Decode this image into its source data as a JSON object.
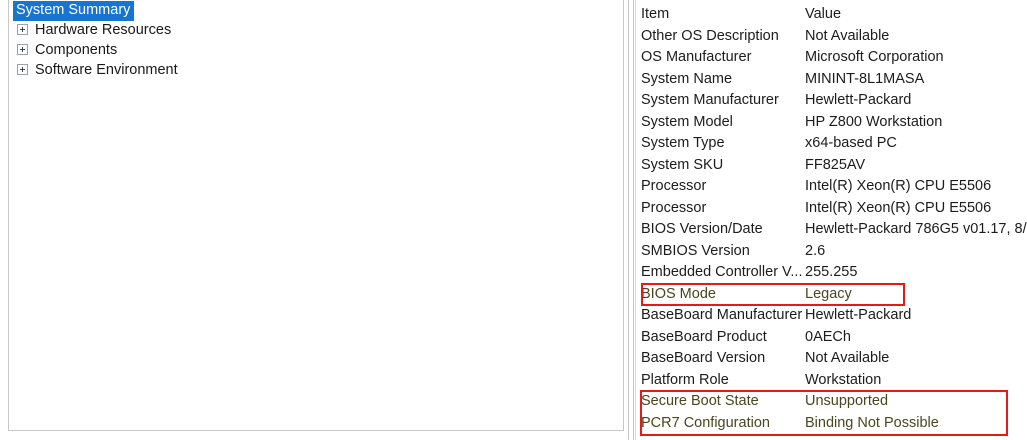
{
  "tree": {
    "selected": "System Summary",
    "items": [
      {
        "label": "System Summary",
        "selected": true,
        "expandable": false
      },
      {
        "label": "Hardware Resources",
        "selected": false,
        "expandable": true
      },
      {
        "label": "Components",
        "selected": false,
        "expandable": true
      },
      {
        "label": "Software Environment",
        "selected": false,
        "expandable": true
      }
    ]
  },
  "list": {
    "columns": {
      "item": "Item",
      "value": "Value"
    },
    "rows": [
      {
        "item": "Other OS Description",
        "value": "Not Available",
        "flagged": false
      },
      {
        "item": "OS Manufacturer",
        "value": "Microsoft Corporation",
        "flagged": false
      },
      {
        "item": "System Name",
        "value": "MININT-8L1MASA",
        "flagged": false
      },
      {
        "item": "System Manufacturer",
        "value": "Hewlett-Packard",
        "flagged": false
      },
      {
        "item": "System Model",
        "value": "HP Z800 Workstation",
        "flagged": false
      },
      {
        "item": "System Type",
        "value": "x64-based PC",
        "flagged": false
      },
      {
        "item": "System SKU",
        "value": "FF825AV",
        "flagged": false
      },
      {
        "item": "Processor",
        "value": "Intel(R) Xeon(R) CPU          E5506",
        "flagged": false
      },
      {
        "item": "Processor",
        "value": "Intel(R) Xeon(R) CPU          E5506",
        "flagged": false
      },
      {
        "item": "BIOS Version/Date",
        "value": "Hewlett-Packard 786G5 v01.17, 8/",
        "flagged": false
      },
      {
        "item": "SMBIOS Version",
        "value": "2.6",
        "flagged": false
      },
      {
        "item": "Embedded Controller V...",
        "value": "255.255",
        "flagged": false
      },
      {
        "item": "BIOS Mode",
        "value": "Legacy",
        "flagged": true
      },
      {
        "item": "BaseBoard Manufacturer",
        "value": "Hewlett-Packard",
        "flagged": false
      },
      {
        "item": "BaseBoard Product",
        "value": "0AECh",
        "flagged": false
      },
      {
        "item": "BaseBoard Version",
        "value": "Not Available",
        "flagged": false
      },
      {
        "item": "Platform Role",
        "value": "Workstation",
        "flagged": false
      },
      {
        "item": "Secure Boot State",
        "value": "Unsupported",
        "flagged": true
      },
      {
        "item": "PCR7 Configuration",
        "value": "Binding Not Possible",
        "flagged": true
      }
    ]
  },
  "annotations": [
    {
      "name": "bios-mode-highlight",
      "color": "#e01b1b",
      "targets": "BIOS Mode"
    },
    {
      "name": "secure-boot-highlight",
      "color": "#e01b1b",
      "targets": "Secure Boot State / PCR7 Configuration"
    }
  ],
  "colors": {
    "selection": "#1675d1",
    "selection_text": "#ffffff",
    "annotation": "#e01b1b",
    "text": "#1c1c1c",
    "border": "#c8c8c8"
  }
}
